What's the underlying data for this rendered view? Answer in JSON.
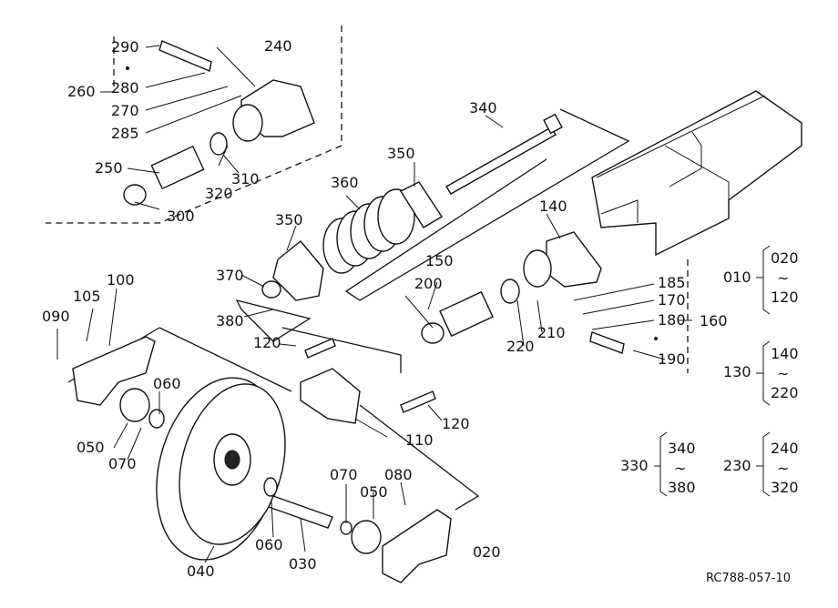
{
  "labels": {
    "p290": "290",
    "p240": "240",
    "p260": "260",
    "p280": "280",
    "p270": "270",
    "p285": "285",
    "p340": "340",
    "p350a": "350",
    "p360": "360",
    "p250": "250",
    "p310": "310",
    "p320": "320",
    "p300": "300",
    "p350b": "350",
    "p140": "140",
    "p370": "370",
    "p150": "150",
    "p200": "200",
    "p185": "185",
    "p170": "170",
    "p180": "180",
    "p160": "160",
    "p380": "380",
    "p220": "220",
    "p210": "210",
    "p100": "100",
    "p105": "105",
    "p090": "090",
    "p120a": "120",
    "p190": "190",
    "p060a": "060",
    "p110": "110",
    "p120b": "120",
    "p050a": "050",
    "p070a": "070",
    "p070b": "070",
    "p080": "080",
    "p050b": "050",
    "p060b": "060",
    "p030": "030",
    "p040": "040",
    "p020": "020"
  },
  "groups": [
    {
      "parent": "010",
      "from": "020",
      "to": "120"
    },
    {
      "parent": "130",
      "from": "140",
      "to": "220"
    },
    {
      "parent": "330",
      "from": "340",
      "to": "380"
    },
    {
      "parent": "230",
      "from": "240",
      "to": "320"
    }
  ],
  "tilde": "~",
  "drawing_ref": "RC788-057-10"
}
